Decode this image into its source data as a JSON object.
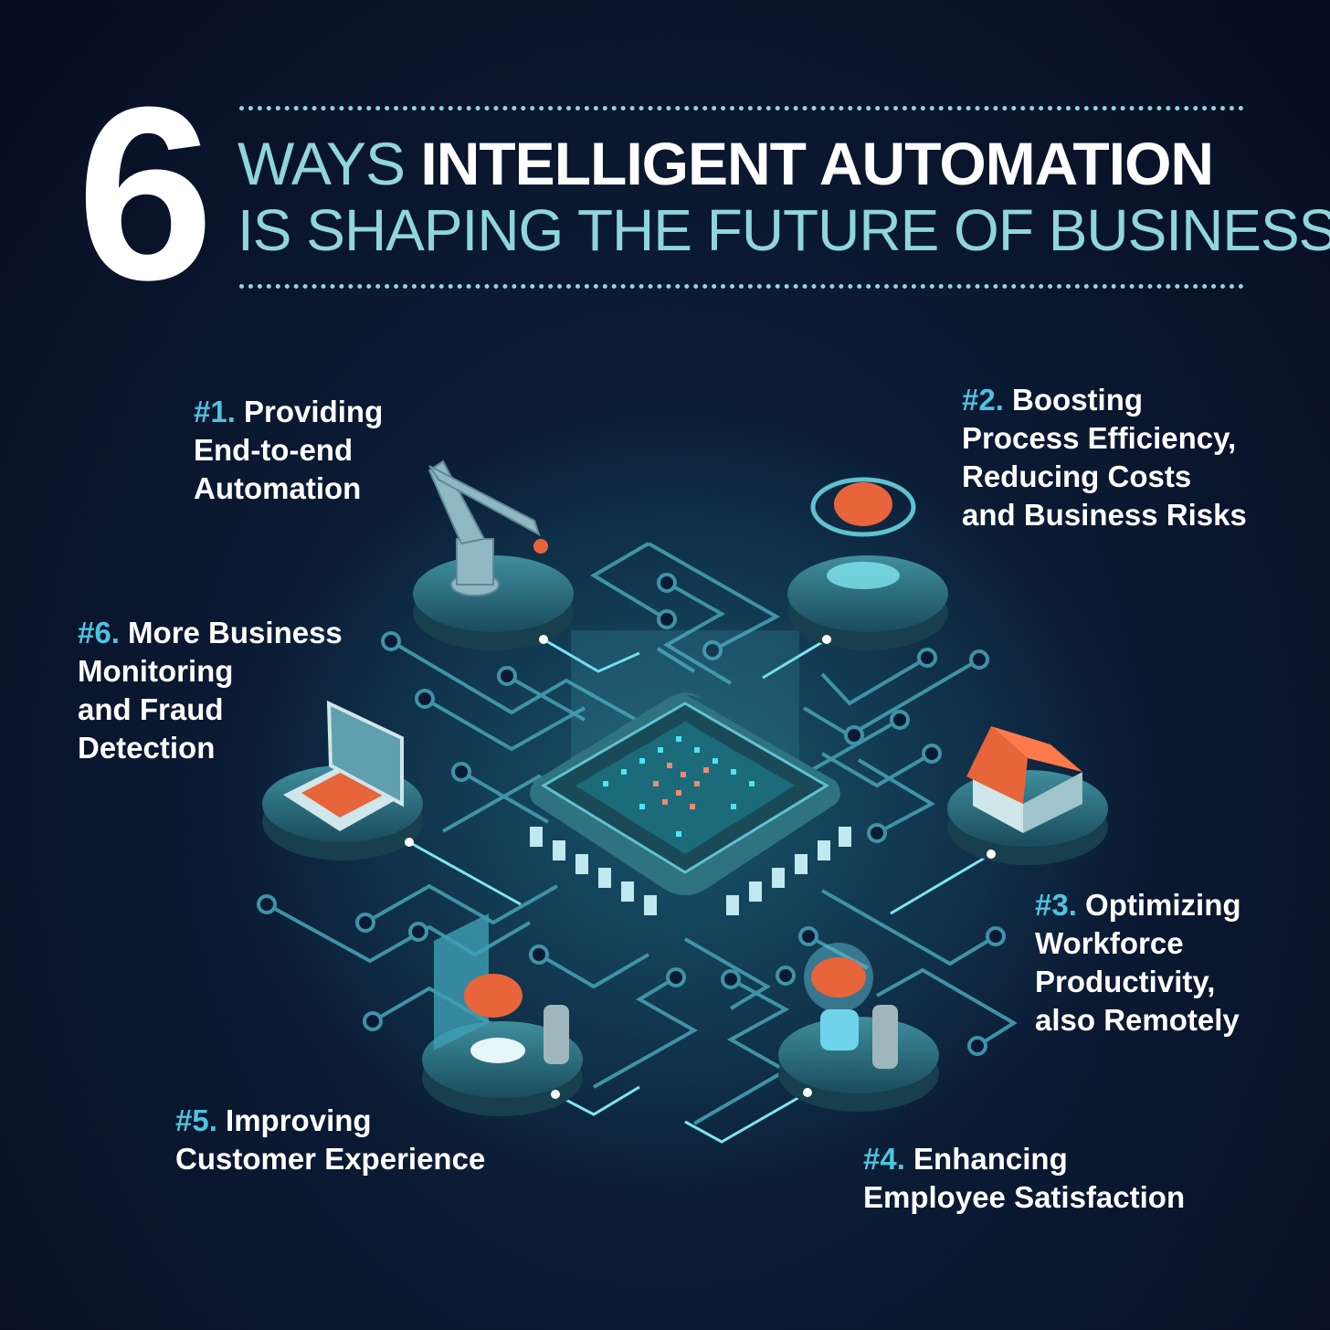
{
  "header": {
    "number": "6",
    "title_light": "WAYS",
    "title_bold": "INTELLIGENT AUTOMATION",
    "subtitle": "IS SHAPING THE FUTURE OF BUSINESS"
  },
  "colors": {
    "background": "#0b1a33",
    "accent": "#8fd6dc",
    "number_accent": "#4fc3df",
    "brain": "#e8643a"
  },
  "items": [
    {
      "num": "#1.",
      "lines": [
        "Providing",
        "End-to-end",
        "Automation"
      ],
      "icon": "robot-arm-icon"
    },
    {
      "num": "#2.",
      "lines": [
        "Boosting",
        "Process Efficiency,",
        "Reducing Costs",
        "and Business Risks"
      ],
      "icon": "brain-team-icon"
    },
    {
      "num": "#3.",
      "lines": [
        "Optimizing",
        "Workforce",
        "Productivity,",
        "also Remotely"
      ],
      "icon": "house-icon"
    },
    {
      "num": "#4.",
      "lines": [
        "Enhancing",
        "Employee Satisfaction"
      ],
      "icon": "lightbulb-brain-icon"
    },
    {
      "num": "#5.",
      "lines": [
        "Improving",
        "Customer Experience"
      ],
      "icon": "phone-brain-icon"
    },
    {
      "num": "#6.",
      "lines": [
        "More Business",
        "Monitoring",
        "and Fraud",
        "Detection"
      ],
      "icon": "laptop-icon"
    }
  ]
}
